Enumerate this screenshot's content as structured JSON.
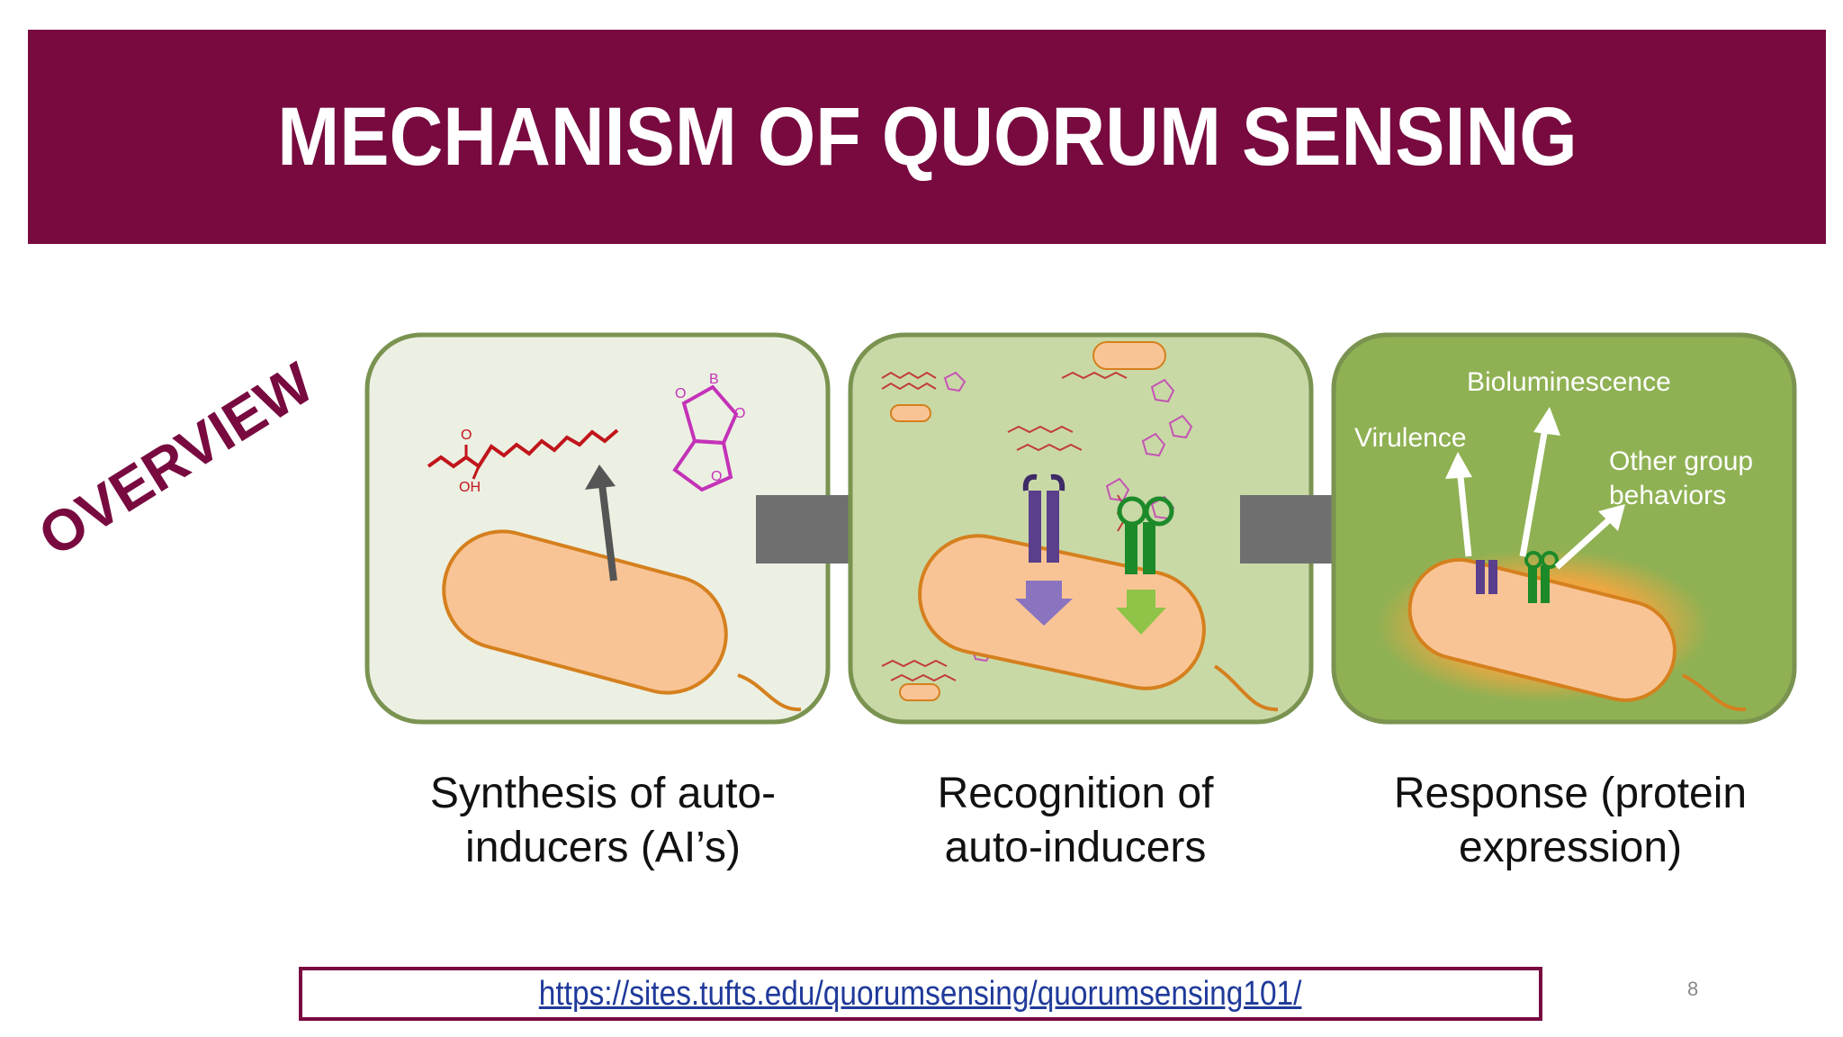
{
  "title": "MECHANISM OF QUORUM SENSING",
  "side_label": "OVERVIEW",
  "colors": {
    "brand": "#780a40",
    "panel1_bg": "#ecf0e3",
    "panel2_bg": "#c9d9a6",
    "panel3_bg": "#8fb153",
    "panel_border": "#7a9350",
    "bacterium": "#f9c495",
    "bacterium_outline": "#d5801e",
    "arrow_gray": "#6f6f6f",
    "molecule_red": "#c0151b",
    "molecule_magenta": "#c432b8",
    "receptor_purple": "#5a3f8c",
    "receptor_green": "#1d8a2a"
  },
  "diagram": {
    "molecule1_labels": {
      "o": "O",
      "oh": "OH"
    },
    "molecule2_labels": {
      "o1": "O",
      "b": "B",
      "o2": "O",
      "o3": "O"
    },
    "responses": {
      "bioluminescence": "Bioluminescence",
      "virulence": "Virulence",
      "other_line1": "Other group",
      "other_line2": "behaviors"
    }
  },
  "captions": [
    {
      "line1": "Synthesis of auto-",
      "line2": "inducers (AI’s)"
    },
    {
      "line1": "Recognition of",
      "line2": "auto-inducers"
    },
    {
      "line1": "Response (protein",
      "line2": "expression)"
    }
  ],
  "link": "https://sites.tufts.edu/quorumsensing/quorumsensing101/",
  "page_number": "8"
}
